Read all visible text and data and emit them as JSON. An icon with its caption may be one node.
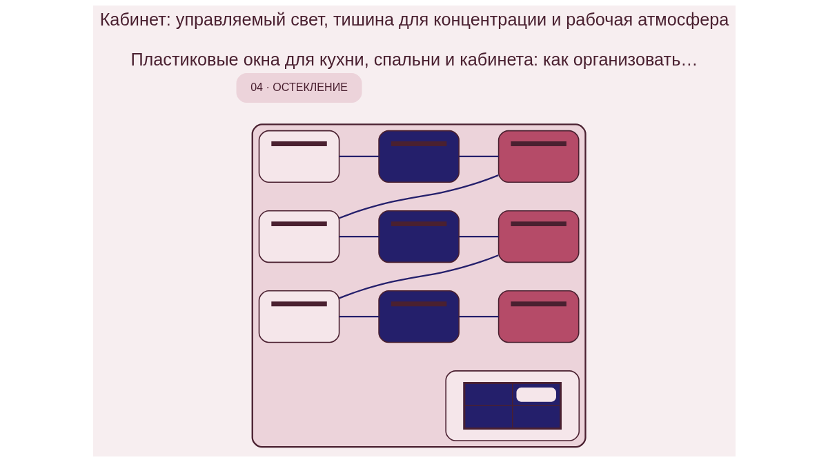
{
  "diagram": {
    "title": "Кабинет: управляемый свет, тишина для концентрации и рабочая атмосфера",
    "caption": "Пластиковые окна для кухни, спальни и кабинета: как организовать…",
    "nodes": [
      {
        "text": [
          "04 · ОСТЕКЛЕНИЕ"
        ]
      },
      {
        "text": [],
        "shape": "box"
      },
      {
        "text": [],
        "shape": "box",
        "in": 1
      },
      {
        "text": [],
        "shape": "box",
        "in": 1
      },
      {
        "text": [],
        "shape": "box",
        "in": 1
      },
      {
        "text": [],
        "shape": "box",
        "in": 1
      },
      {
        "text": [],
        "shape": "box",
        "in": 1
      },
      {
        "text": [],
        "shape": "box",
        "in": 1
      },
      {
        "text": [],
        "shape": "box",
        "in": 1
      },
      {
        "text": [],
        "shape": "box",
        "in": 1
      },
      {
        "text": [],
        "shape": "box",
        "in": 1
      },
      {
        "text": [],
        "shape": "picture",
        "in": 1
      }
    ],
    "edges": [
      {
        "from": 2,
        "to": 3,
        "arrow": "none"
      },
      {
        "from": 3,
        "to": 4,
        "arrow": "none"
      },
      {
        "from": 4,
        "to": 5,
        "arrow": "none"
      },
      {
        "from": 5,
        "to": 6,
        "arrow": "none"
      },
      {
        "from": 6,
        "to": 7,
        "arrow": "none"
      },
      {
        "from": 7,
        "to": 8,
        "arrow": "none"
      },
      {
        "from": 8,
        "to": 9,
        "arrow": "none"
      },
      {
        "from": 9,
        "to": 10,
        "arrow": "none"
      }
    ]
  }
}
